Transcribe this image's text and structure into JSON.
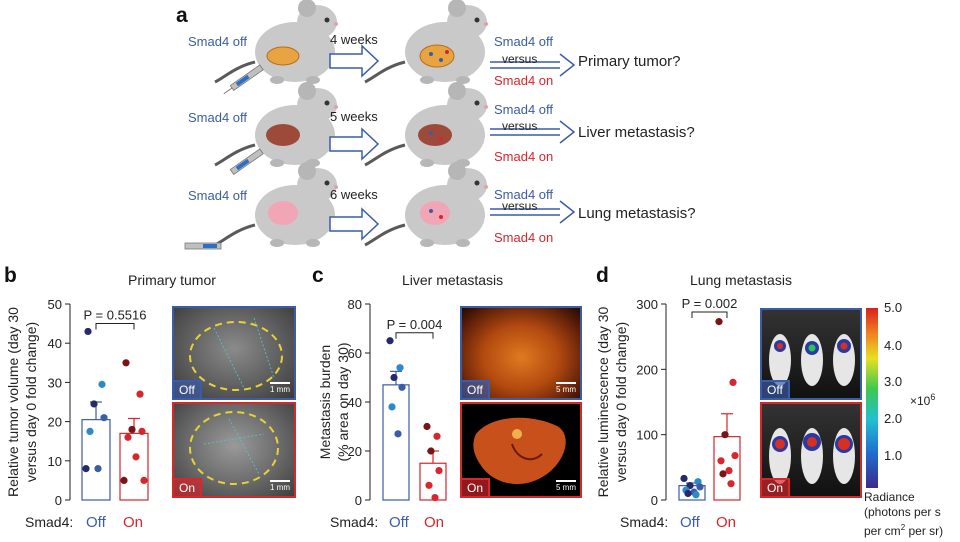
{
  "panel_a": {
    "letter": "a",
    "rows": [
      {
        "injection_label": "Smad4 off",
        "duration": "4 weeks",
        "group_top": "Smad4 off",
        "versus": "versus",
        "group_bottom": "Smad4 on",
        "question": "Primary tumor?"
      },
      {
        "injection_label": "Smad4 off",
        "duration": "5 weeks",
        "group_top": "Smad4 off",
        "versus": "versus",
        "group_bottom": "Smad4 on",
        "question": "Liver metastasis?"
      },
      {
        "injection_label": "Smad4 off",
        "duration": "6 weeks",
        "group_top": "Smad4 off",
        "versus": "versus",
        "group_bottom": "Smad4 on",
        "question": "Lung metastasis?"
      }
    ]
  },
  "panel_b": {
    "letter": "b",
    "title": "Primary tumor",
    "ylabel_line1": "Relative tumor volume (day 30",
    "ylabel_line2": "versus day 0 fold change)",
    "xlabel": "Smad4:",
    "pvalue": "P = 0.5516",
    "img_off": "Off",
    "img_on": "On",
    "scale_off": "1 mm",
    "scale_on": "1 mm"
  },
  "panel_c": {
    "letter": "c",
    "title": "Liver metastasis",
    "ylabel_line1": "Metastasis burden",
    "ylabel_line2": "(% area on day 30)",
    "xlabel": "Smad4:",
    "pvalue": "P = 0.004",
    "img_off": "Off",
    "img_on": "On",
    "scale_off": "5 mm",
    "scale_on": "5 mm"
  },
  "panel_d": {
    "letter": "d",
    "title": "Lung metastasis",
    "ylabel_line1": "Relative luminescence (day 30",
    "ylabel_line2": "versus day 0 fold change)",
    "xlabel": "Smad4:",
    "pvalue": "P = 0.002",
    "img_off": "Off",
    "img_on": "On",
    "colorbar_multiplier": "×10",
    "colorbar_exponent": "6",
    "radiance_line1": "Radiance",
    "radiance_line2": "(photons per s",
    "radiance_line3": "per cm",
    "radiance_sup": "2",
    "radiance_line3b": " per sr)"
  },
  "colors": {
    "off": "#3b5ca8",
    "on": "#d7262c",
    "off_dark": "#262a6b",
    "off_light": "#2c8ac9",
    "on_dark": "#7a1416"
  },
  "chart_data": [
    {
      "type": "bar",
      "panel": "b",
      "title": "Primary tumor",
      "ylabel": "Relative tumor volume (day 30 versus day 0 fold change)",
      "xlabel": "Smad4:",
      "categories": [
        "Off",
        "On"
      ],
      "ylim": [
        0,
        50
      ],
      "yticks": [
        0,
        10,
        20,
        30,
        40,
        50
      ],
      "values": [
        20.5,
        17
      ],
      "errors": [
        4.5,
        3.8
      ],
      "points": [
        [
          43,
          29.5,
          24.5,
          21,
          17.5,
          8,
          8
        ],
        [
          35,
          27,
          18,
          17.5,
          16,
          11,
          5,
          5
        ]
      ],
      "pvalue": "P = 0.5516"
    },
    {
      "type": "bar",
      "panel": "c",
      "title": "Liver metastasis",
      "ylabel": "Metastasis burden (% area on day 30)",
      "xlabel": "Smad4:",
      "categories": [
        "Off",
        "On"
      ],
      "ylim": [
        0,
        80
      ],
      "yticks": [
        0,
        20,
        40,
        60,
        80
      ],
      "values": [
        47,
        15
      ],
      "errors": [
        5.5,
        5
      ],
      "points": [
        [
          65,
          54,
          50,
          46,
          38,
          27
        ],
        [
          30,
          26,
          20,
          12,
          6,
          1
        ]
      ],
      "pvalue": "P = 0.004"
    },
    {
      "type": "bar",
      "panel": "d",
      "title": "Lung metastasis",
      "ylabel": "Relative luminescence (day 30 versus day 0 fold change)",
      "xlabel": "Smad4:",
      "categories": [
        "Off",
        "On"
      ],
      "ylim": [
        0,
        300
      ],
      "yticks": [
        0,
        100,
        200,
        300
      ],
      "values": [
        22,
        97
      ],
      "errors": [
        4,
        35
      ],
      "points": [
        [
          33,
          28,
          22,
          20,
          15,
          12,
          10,
          8
        ],
        [
          273,
          180,
          100,
          68,
          60,
          45,
          40,
          25
        ]
      ],
      "pvalue": "P = 0.002"
    }
  ]
}
